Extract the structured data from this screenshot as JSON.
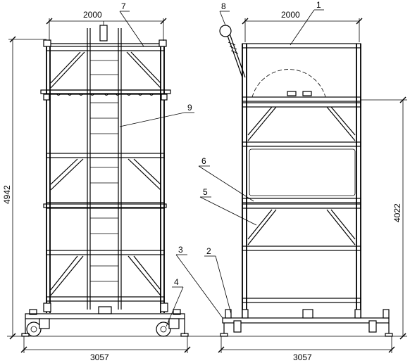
{
  "dimensions": {
    "left_top_width": "2000",
    "right_top_width": "2000",
    "left_height": "4942",
    "right_height": "4022",
    "left_base": "3057",
    "right_base": "3057"
  },
  "callouts": [
    "1",
    "2",
    "3",
    "4",
    "5",
    "6",
    "7",
    "8",
    "9"
  ]
}
